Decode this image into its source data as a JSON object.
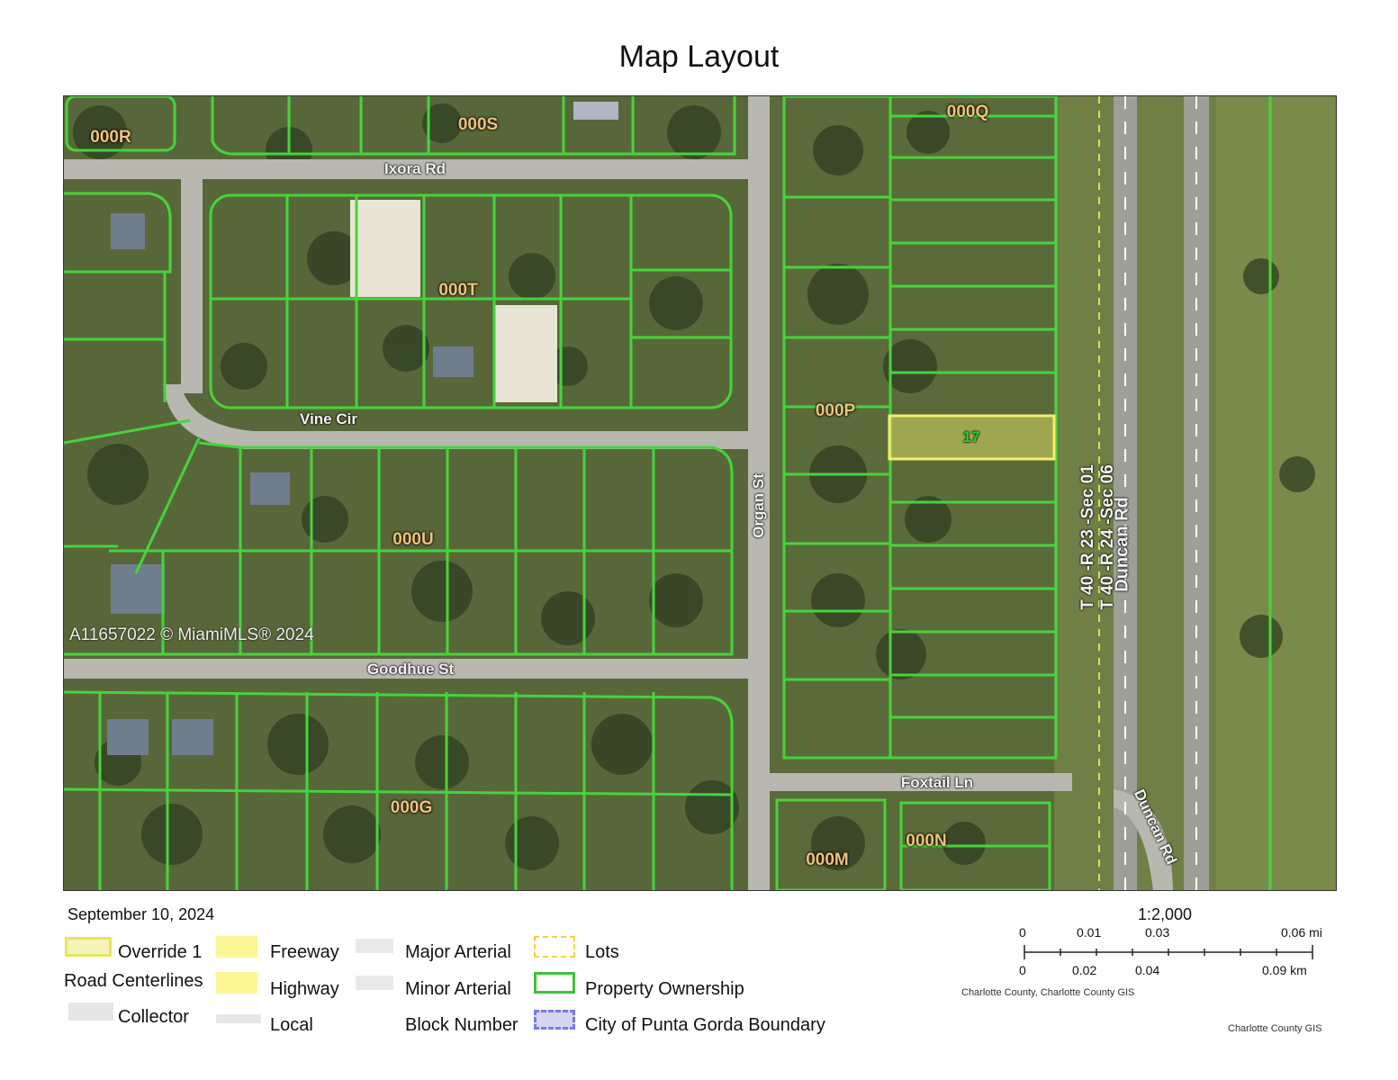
{
  "title": "Map Layout",
  "watermark": "A11657022 © MiamiMLS® 2024",
  "date": "September 10, 2024",
  "legend": {
    "override": "Override 1",
    "road_centerlines": "Road Centerlines",
    "freeway": "Freeway",
    "highway": "Highway",
    "collector": "Collector",
    "local": "Local",
    "major_arterial": "Major Arterial",
    "minor_arterial": "Minor Arterial",
    "block_number": "Block Number",
    "lots": "Lots",
    "property_ownership": "Property Ownership",
    "punta_gorda": "City of Punta Gorda Boundary"
  },
  "scale": {
    "ratio": "1:2,000",
    "mi": [
      "0",
      "0.01",
      "0.03",
      "0.06 mi"
    ],
    "km": [
      "0",
      "0.02",
      "0.04",
      "0.09 km"
    ]
  },
  "credits": {
    "scale_credit": "Charlotte County, Charlotte County GIS",
    "footer": "Charlotte County GIS"
  },
  "roads": {
    "ixora": "Ixora Rd",
    "vine": "Vine Cir",
    "goodhue": "Goodhue St",
    "organ": "Organ St",
    "foxtail": "Foxtail Ln",
    "duncan": "Duncan Rd",
    "duncan2": "Duncan Rd"
  },
  "section_labels": [
    "T 40 -R 23 -Sec 01",
    "T 40 -R 24 -Sec 06"
  ],
  "blocks": [
    "000R",
    "000S",
    "000Q",
    "000T",
    "000P",
    "000U",
    "000G",
    "000M",
    "000N"
  ],
  "highlight_lot": "17",
  "colors": {
    "parcel_line": "#46d43a",
    "highlight": "#f4ef6c",
    "lot_label": "#1fd33a",
    "dimension": "#f3e04a",
    "block_label": "#f2c27a"
  }
}
